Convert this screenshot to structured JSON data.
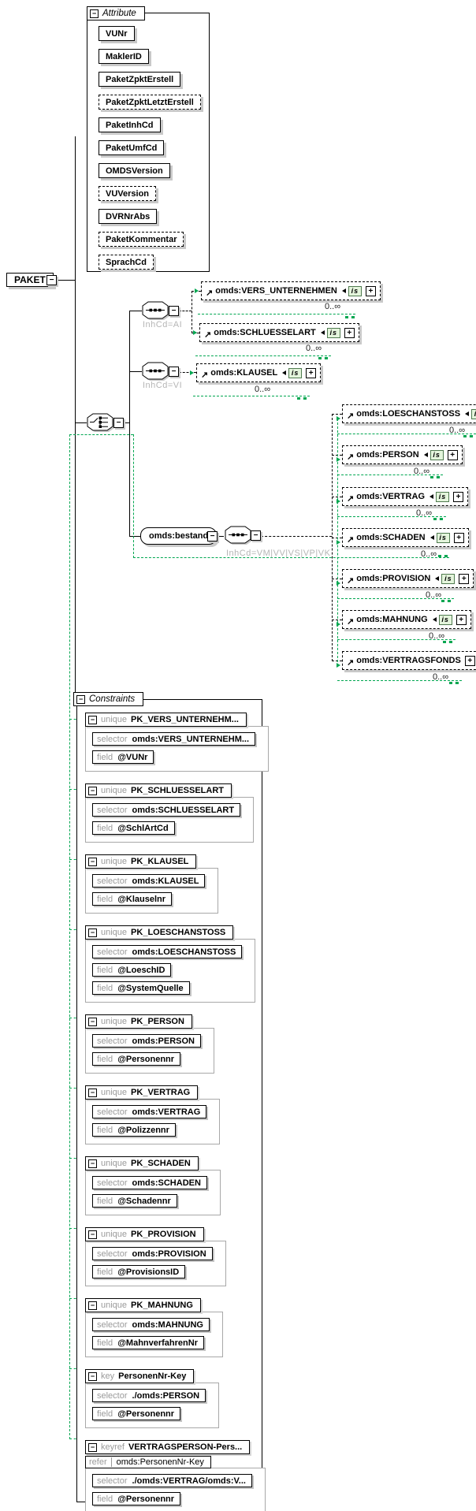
{
  "root": {
    "label": "PAKET"
  },
  "glyphs": {
    "collapse": "−",
    "expand": "+",
    "reference": "↗"
  },
  "attributes": {
    "section_label": "Attribute",
    "items": [
      {
        "label": "VUNr",
        "required": true
      },
      {
        "label": "MaklerID",
        "required": true
      },
      {
        "label": "PaketZpktErstell",
        "required": true
      },
      {
        "label": "PaketZpktLetztErstell",
        "required": false
      },
      {
        "label": "PaketInhCd",
        "required": true
      },
      {
        "label": "PaketUmfCd",
        "required": true
      },
      {
        "label": "OMDSVersion",
        "required": true
      },
      {
        "label": "VUVersion",
        "required": false
      },
      {
        "label": "DVRNrAbs",
        "required": true
      },
      {
        "label": "PaketKommentar",
        "required": false
      },
      {
        "label": "SprachCd",
        "required": false
      }
    ]
  },
  "content_model": {
    "is_badge": "is",
    "sequence_ai": {
      "label": "InhCd=AI",
      "elements": [
        {
          "name": "omds:VERS_UNTERNEHMEN",
          "occurs": "0..∞",
          "is": true
        },
        {
          "name": "omds:SCHLUESSELART",
          "occurs": "0..∞",
          "is": true
        }
      ]
    },
    "sequence_vi": {
      "label": "InhCd=VI",
      "elements": [
        {
          "name": "omds:KLAUSEL",
          "occurs": "0..∞",
          "is": true
        }
      ]
    },
    "bestand": {
      "name": "omds:bestand",
      "label": "InhCd=VM|VV|VS|VP|VK",
      "elements": [
        {
          "name": "omds:LOESCHANSTOSS",
          "occurs": "0..∞",
          "is": true
        },
        {
          "name": "omds:PERSON",
          "occurs": "0..∞",
          "is": true
        },
        {
          "name": "omds:VERTRAG",
          "occurs": "0..∞",
          "is": true
        },
        {
          "name": "omds:SCHADEN",
          "occurs": "0..∞",
          "is": true
        },
        {
          "name": "omds:PROVISION",
          "occurs": "0..∞",
          "is": true
        },
        {
          "name": "omds:MAHNUNG",
          "occurs": "0..∞",
          "is": true
        },
        {
          "name": "omds:VERTRAGSFONDS",
          "occurs": "0..∞",
          "is": false
        }
      ]
    }
  },
  "constraints": {
    "section_label": "Constraints",
    "labels": {
      "selector": "selector",
      "field": "field"
    },
    "blocks": [
      {
        "kind": "unique",
        "name": "PK_VERS_UNTERNEHM...",
        "selector": "omds:VERS_UNTERNEHM...",
        "fields": [
          "@VUNr"
        ]
      },
      {
        "kind": "unique",
        "name": "PK_SCHLUESSELART",
        "selector": "omds:SCHLUESSELART",
        "fields": [
          "@SchlArtCd"
        ]
      },
      {
        "kind": "unique",
        "name": "PK_KLAUSEL",
        "selector": "omds:KLAUSEL",
        "fields": [
          "@Klauselnr"
        ]
      },
      {
        "kind": "unique",
        "name": "PK_LOESCHANSTOSS",
        "selector": "omds:LOESCHANSTOSS",
        "fields": [
          "@LoeschID",
          "@SystemQuelle"
        ]
      },
      {
        "kind": "unique",
        "name": "PK_PERSON",
        "selector": "omds:PERSON",
        "fields": [
          "@Personennr"
        ]
      },
      {
        "kind": "unique",
        "name": "PK_VERTRAG",
        "selector": "omds:VERTRAG",
        "fields": [
          "@Polizzennr"
        ]
      },
      {
        "kind": "unique",
        "name": "PK_SCHADEN",
        "selector": "omds:SCHADEN",
        "fields": [
          "@Schadennr"
        ]
      },
      {
        "kind": "unique",
        "name": "PK_PROVISION",
        "selector": "omds:PROVISION",
        "fields": [
          "@ProvisionsID"
        ]
      },
      {
        "kind": "unique",
        "name": "PK_MAHNUNG",
        "selector": "omds:MAHNUNG",
        "fields": [
          "@MahnverfahrenNr"
        ]
      },
      {
        "kind": "key",
        "name": "PersonenNr-Key",
        "selector": "./omds:PERSON",
        "fields": [
          "@Personennr"
        ]
      },
      {
        "kind": "keyref",
        "name": "VERTRAGSPERSON-Pers...",
        "refer_label": "refer",
        "refer": "omds:PersonenNr-Key",
        "selector": "./omds:VERTRAG/omds:V...",
        "fields": [
          "@Personennr"
        ]
      }
    ]
  },
  "colors": {
    "optional_green": "#00A650",
    "shadow": "#C9C9C9",
    "gray_label": "#9A9A9A",
    "is_bg": "#E4F5DC"
  }
}
